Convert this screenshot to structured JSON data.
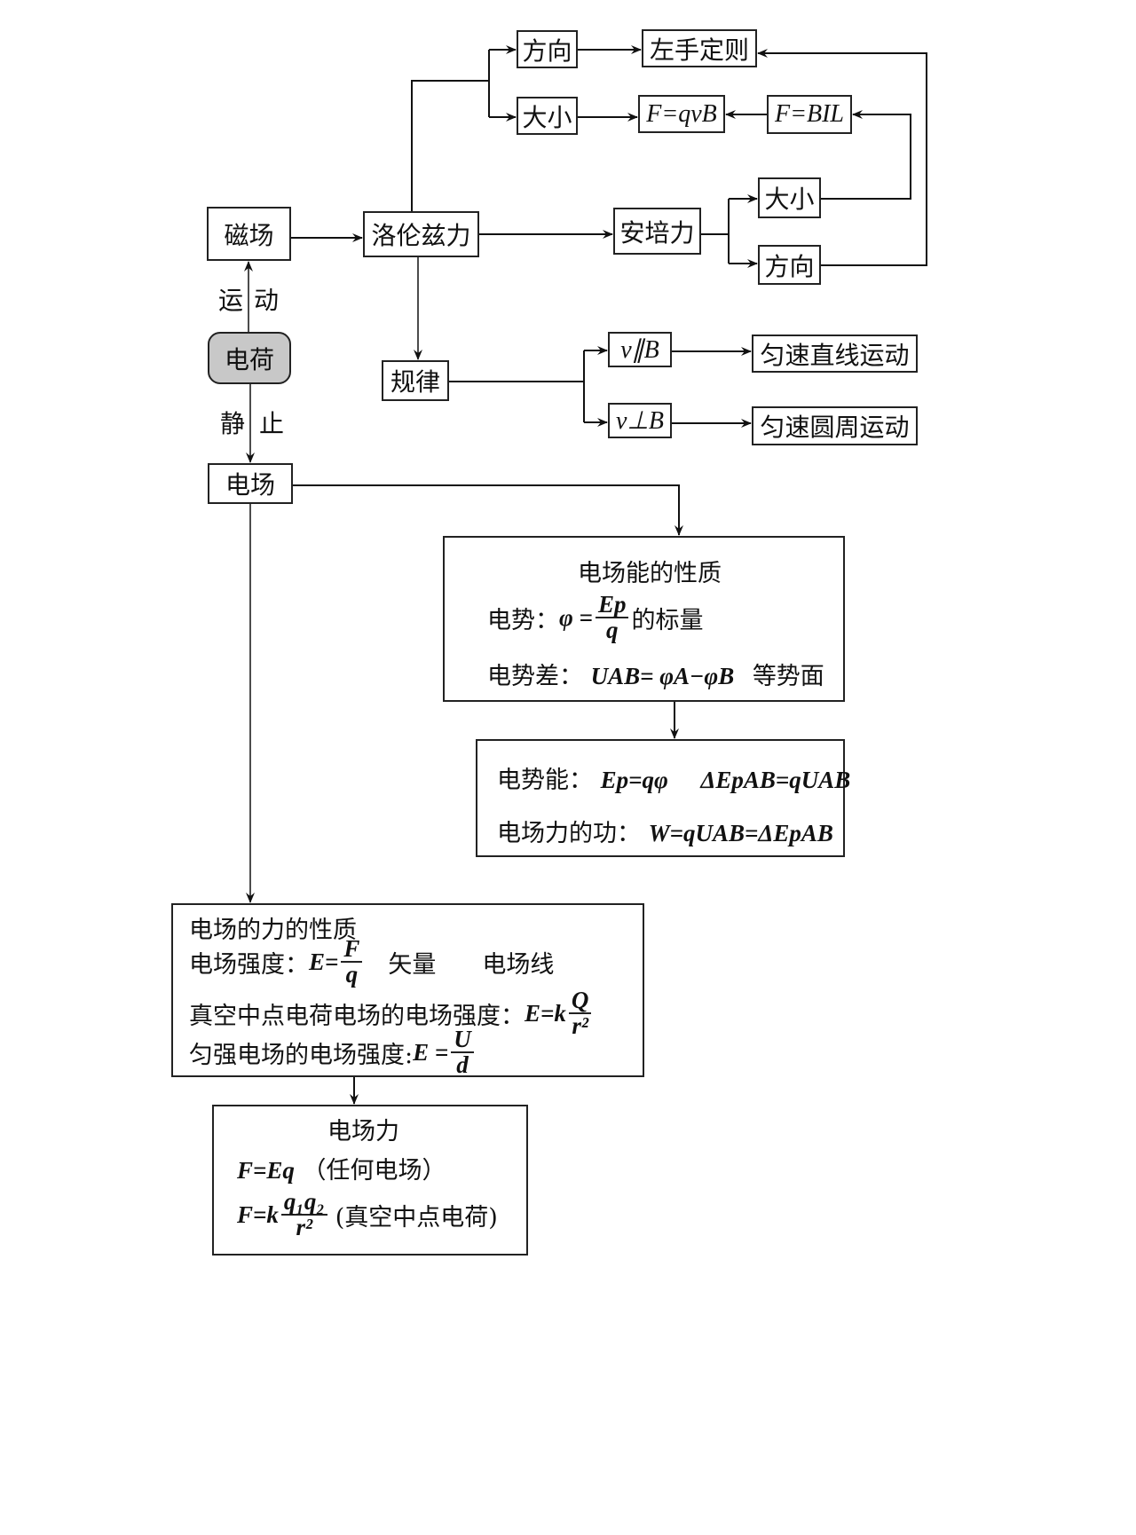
{
  "magnetic": {
    "field": "磁场",
    "lorentz": "洛伦兹力",
    "direction_top": "方向",
    "left_hand_rule": "左手定则",
    "magnitude_top": "大小",
    "f_qvb": "F=qvB",
    "f_bil": "F=BIL",
    "ampere": "安培力",
    "magnitude_right": "大小",
    "direction_right": "方向",
    "law": "规律",
    "v_parallel": "v∥B",
    "v_perp": "v⊥B",
    "uniform_linear": "匀速直线运动",
    "uniform_circular": "匀速圆周运动"
  },
  "charge": {
    "label": "电荷",
    "moving": [
      "运",
      "动"
    ],
    "static": [
      "静",
      "止"
    ]
  },
  "electric": {
    "field": "电场",
    "energy_box": {
      "title": "电场能的性质",
      "potential_label": "电势：",
      "potential_formula": "φ =",
      "potential_num": "Ep",
      "potential_den": "q",
      "potential_note": "的标量",
      "diff_label": "电势差：",
      "diff_formula": "UAB= φA−φB",
      "diff_note": "等势面"
    },
    "potential_energy_box": {
      "line1_label": "电势能：",
      "line1_formula": "Ep=qφ",
      "line1_formula2": "ΔEpAB=qUAB",
      "line2_label": "电场力的功：",
      "line2_formula": "W=qUAB=ΔEpAB"
    },
    "force_box": {
      "title": "电场的力的性质",
      "strength_label": "电场强度：",
      "strength_formula": "E=",
      "strength_num": "F",
      "strength_den": "q",
      "vector": "矢量",
      "field_lines": "电场线",
      "point_label": "真空中点电荷电场的电场强度：",
      "point_formula": "E=k",
      "point_num": "Q",
      "point_den": "r²",
      "uniform_label": "匀强电场的电场强度:",
      "uniform_formula": "E =",
      "uniform_num": "U",
      "uniform_den": "d"
    },
    "electric_force_box": {
      "title": "电场力",
      "line1_formula": "F=Eq",
      "line1_note": "（任何电场）",
      "line2_formula": "F=k",
      "line2_num": "q₁q₂",
      "line2_den": "r²",
      "line2_note": "(真空中点电荷)"
    }
  }
}
